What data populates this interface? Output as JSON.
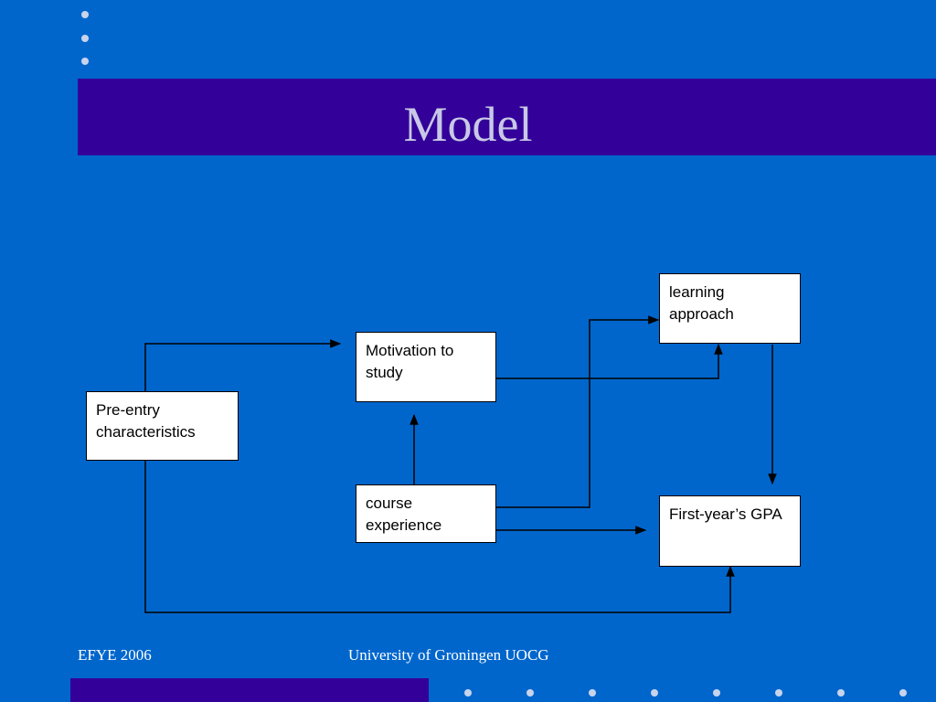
{
  "slide": {
    "title": "Model",
    "footer_left": "EFYE 2006",
    "footer_center": "University of Groningen  UOCG"
  },
  "diagram": {
    "nodes": {
      "pre_entry": "Pre-entry characteristics",
      "motivation": "Motivation to study",
      "course_experience": "course experience",
      "learning_approach": "learning approach",
      "first_year_gpa": "First-year’s GPA"
    }
  },
  "colors": {
    "background": "#0066cc",
    "title_band": "#330099",
    "title_text": "#c8c8e6",
    "box_fill": "#ffffff"
  }
}
